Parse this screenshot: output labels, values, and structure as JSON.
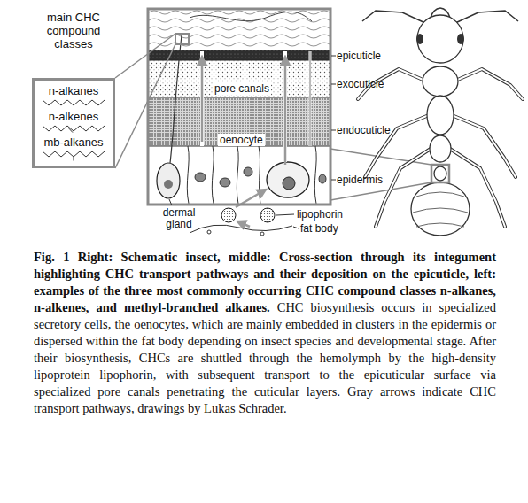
{
  "diagram": {
    "caption": "Fig. 1 Right: Schematic insect, middle: Cross-section through its integument highlighting CHC transport pathways and their deposition on the epicuticle, left: examples of the three most commonly occurring CHC compound classes n-alkanes, n-alkenes, and methyl-branched alkanes. CHC biosynthesis occurs in specialized secretory cells, the oenocytes, which are mainly embedded in clusters in the epidermis or dispersed within the fat body depending on insect species and developmental stage. After their biosynthesis, CHCs are shuttled through the hemolymph by the high-density lipoprotein lipophorin, with subsequent transport to the epicuticular surface via specialized pore canals penetrating the cuticular layers. Gray arrows indicate CHC transport pathways, drawings by Lukas Schrader.",
    "nodes": [
      {
        "text": [
          "main CHC compound classes",
          "n-alkanes",
          "n-alkenes",
          "mb-alkanes"
        ]
      }
    ],
    "labels": [
      "epicuticle",
      "exocuticle",
      "endocuticle",
      "epidermis",
      "pore canals",
      "oenocyte",
      "dermal gland",
      "lipophorin",
      "fat body"
    ]
  }
}
